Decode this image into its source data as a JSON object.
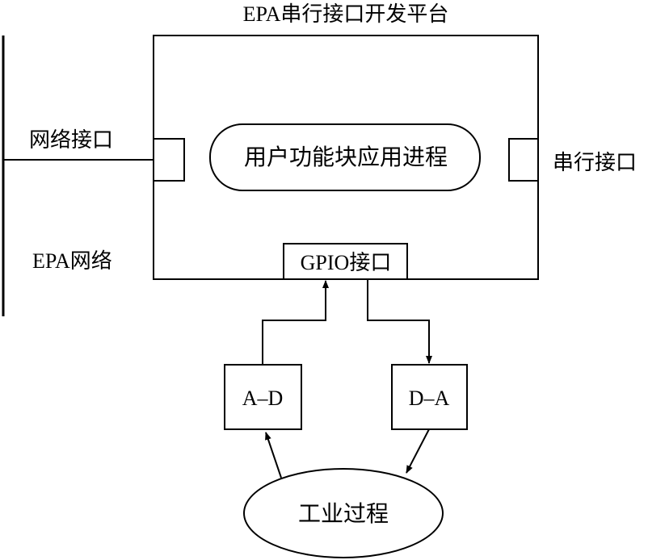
{
  "title": "EPA串行接口开发平台",
  "network": {
    "interface_label": "网络接口",
    "network_label": "EPA网络"
  },
  "platform": {
    "process_label": "用户功能块应用进程",
    "serial_label": "串行接口",
    "gpio_label": "GPIO接口"
  },
  "converters": {
    "ad_label": "A–D",
    "da_label": "D–A"
  },
  "process": {
    "label": "工业过程"
  }
}
